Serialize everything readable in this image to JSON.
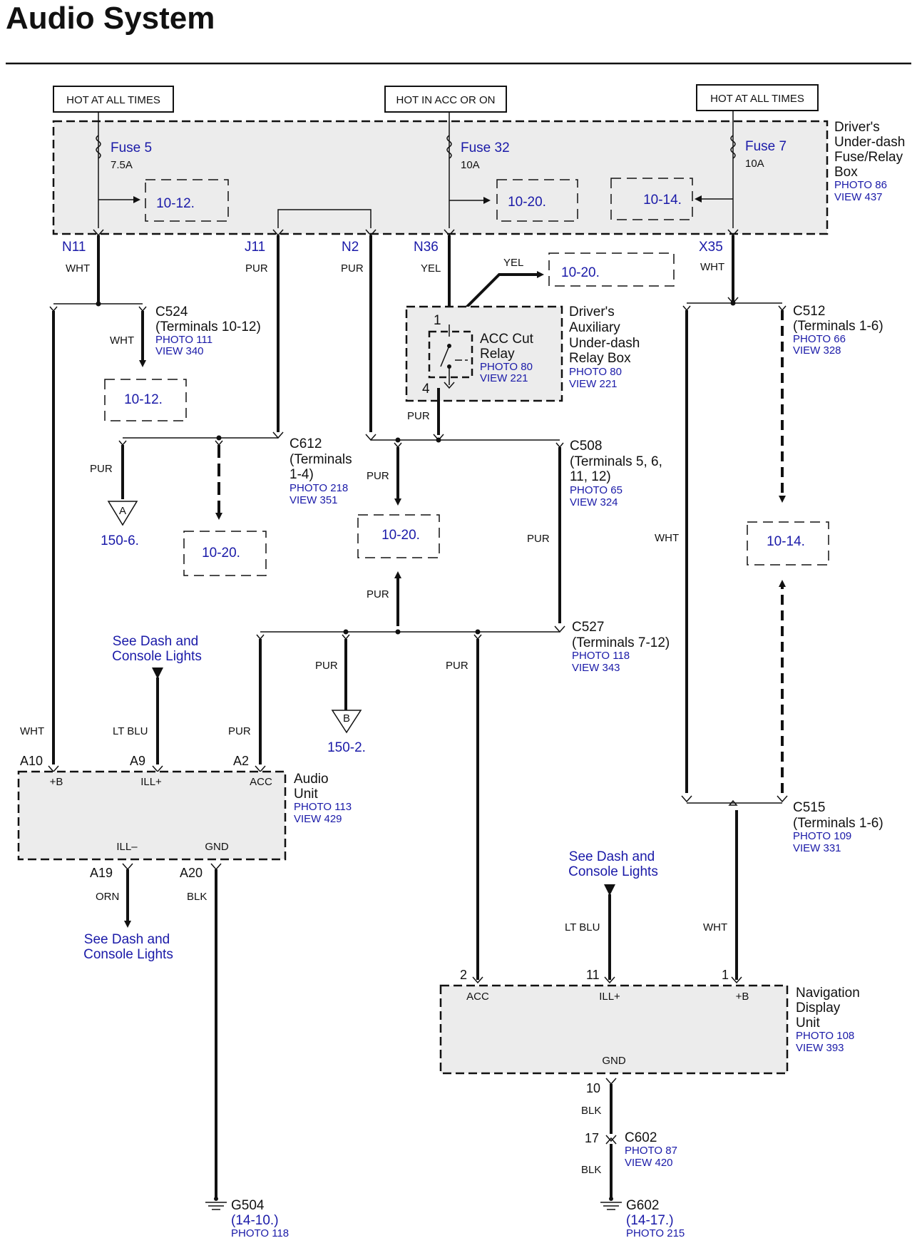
{
  "title": "Audio System",
  "power_sources": {
    "left": "HOT AT ALL TIMES",
    "center": "HOT IN ACC OR ON",
    "right": "HOT AT ALL TIMES"
  },
  "fuse_box": {
    "name_lines": [
      "Driver's",
      "Under-dash",
      "Fuse/Relay",
      "Box"
    ],
    "photo": "PHOTO 86",
    "view": "VIEW 437",
    "fuses": [
      {
        "name": "Fuse 5",
        "rating": "7.5A"
      },
      {
        "name": "Fuse 32",
        "rating": "10A"
      },
      {
        "name": "Fuse 7",
        "rating": "10A"
      }
    ],
    "refs": [
      "10-12.",
      "10-20.",
      "10-14."
    ],
    "terminals": [
      "N11",
      "J11",
      "N2",
      "N36",
      "X35"
    ]
  },
  "wires": {
    "n11": "WHT",
    "j11": "PUR",
    "n2": "PUR",
    "n36": "YEL",
    "x35": "WHT",
    "yel_branch": "YEL",
    "c524_branch": "WHT",
    "relay_out": "PUR",
    "c612_left": "PUR",
    "c508_down": "PUR",
    "c508_right": "PUR",
    "c512_left": "WHT",
    "c527_up": "PUR",
    "c527_b": "PUR",
    "c527_nav": "PUR",
    "audio_b": "WHT",
    "audio_ill": "LT BLU",
    "audio_acc": "PUR",
    "audio_illm": "ORN",
    "audio_gnd": "BLK",
    "nav_ill": "LT BLU",
    "nav_b": "WHT",
    "nav_gnd_top": "BLK",
    "nav_gnd_bot": "BLK"
  },
  "connectors": {
    "c524": {
      "name": "C524",
      "terminals": "(Terminals 10-12)",
      "photo": "PHOTO 111",
      "view": "VIEW 340"
    },
    "c612": {
      "name": "C612",
      "terminals_a": "(Terminals",
      "terminals_b": "1-4)",
      "photo": "PHOTO 218",
      "view": "VIEW 351"
    },
    "c508": {
      "name": "C508",
      "terminals_a": "(Terminals 5, 6,",
      "terminals_b": "11, 12)",
      "photo": "PHOTO 65",
      "view": "VIEW 324"
    },
    "c512": {
      "name": "C512",
      "terminals": "(Terminals 1-6)",
      "photo": "PHOTO 66",
      "view": "VIEW 328"
    },
    "c527": {
      "name": "C527",
      "terminals": "(Terminals 7-12)",
      "photo": "PHOTO 118",
      "view": "VIEW 343"
    },
    "c515": {
      "name": "C515",
      "terminals": "(Terminals 1-6)",
      "photo": "PHOTO 109",
      "view": "VIEW 331"
    },
    "c602": {
      "name": "C602",
      "photo": "PHOTO 87",
      "view": "VIEW 420",
      "pin": "17"
    }
  },
  "relay_box": {
    "name_lines": [
      "Driver's",
      "Auxiliary",
      "Under-dash",
      "Relay Box"
    ],
    "photo": "PHOTO 80",
    "view": "VIEW 221",
    "relay_name": [
      "ACC Cut",
      "Relay"
    ],
    "relay_photo": "PHOTO 80",
    "relay_view": "VIEW 221",
    "pin_in": "1",
    "pin_out": "4"
  },
  "refs": {
    "yel_ref": "10-20.",
    "c524_ref": "10-12.",
    "c612_ref": "10-20.",
    "c508_ref": "10-20.",
    "c512_ref": "10-14.",
    "ground_a": "A",
    "ground_a_ref": "150-6.",
    "ground_b": "B",
    "ground_b_ref": "150-2.",
    "dash_lights_1": [
      "See Dash and",
      "Console Lights"
    ],
    "dash_lights_2": [
      "See Dash and",
      "Console Lights"
    ],
    "dash_lights_3": [
      "See Dash and",
      "Console Lights"
    ]
  },
  "audio_unit": {
    "name_lines": [
      "Audio",
      "Unit"
    ],
    "photo": "PHOTO 113",
    "view": "VIEW 429",
    "pins": {
      "a10": "A10",
      "a9": "A9",
      "a2": "A2",
      "a19": "A19",
      "a20": "A20"
    },
    "terms": {
      "b": "+B",
      "ill": "ILL+",
      "acc": "ACC",
      "illm": "ILL–",
      "gnd": "GND"
    }
  },
  "nav_unit": {
    "name_lines": [
      "Navigation",
      "Display",
      "Unit"
    ],
    "photo": "PHOTO 108",
    "view": "VIEW 393",
    "pins": {
      "acc": "2",
      "ill": "11",
      "b": "1",
      "gnd": "10"
    },
    "terms": {
      "acc": "ACC",
      "ill": "ILL+",
      "b": "+B",
      "gnd": "GND"
    }
  },
  "grounds": {
    "g504": {
      "name": "G504",
      "ref": "(14-10.)",
      "photo": "PHOTO 118"
    },
    "g602": {
      "name": "G602",
      "ref": "(14-17.)",
      "photo": "PHOTO 215"
    }
  }
}
